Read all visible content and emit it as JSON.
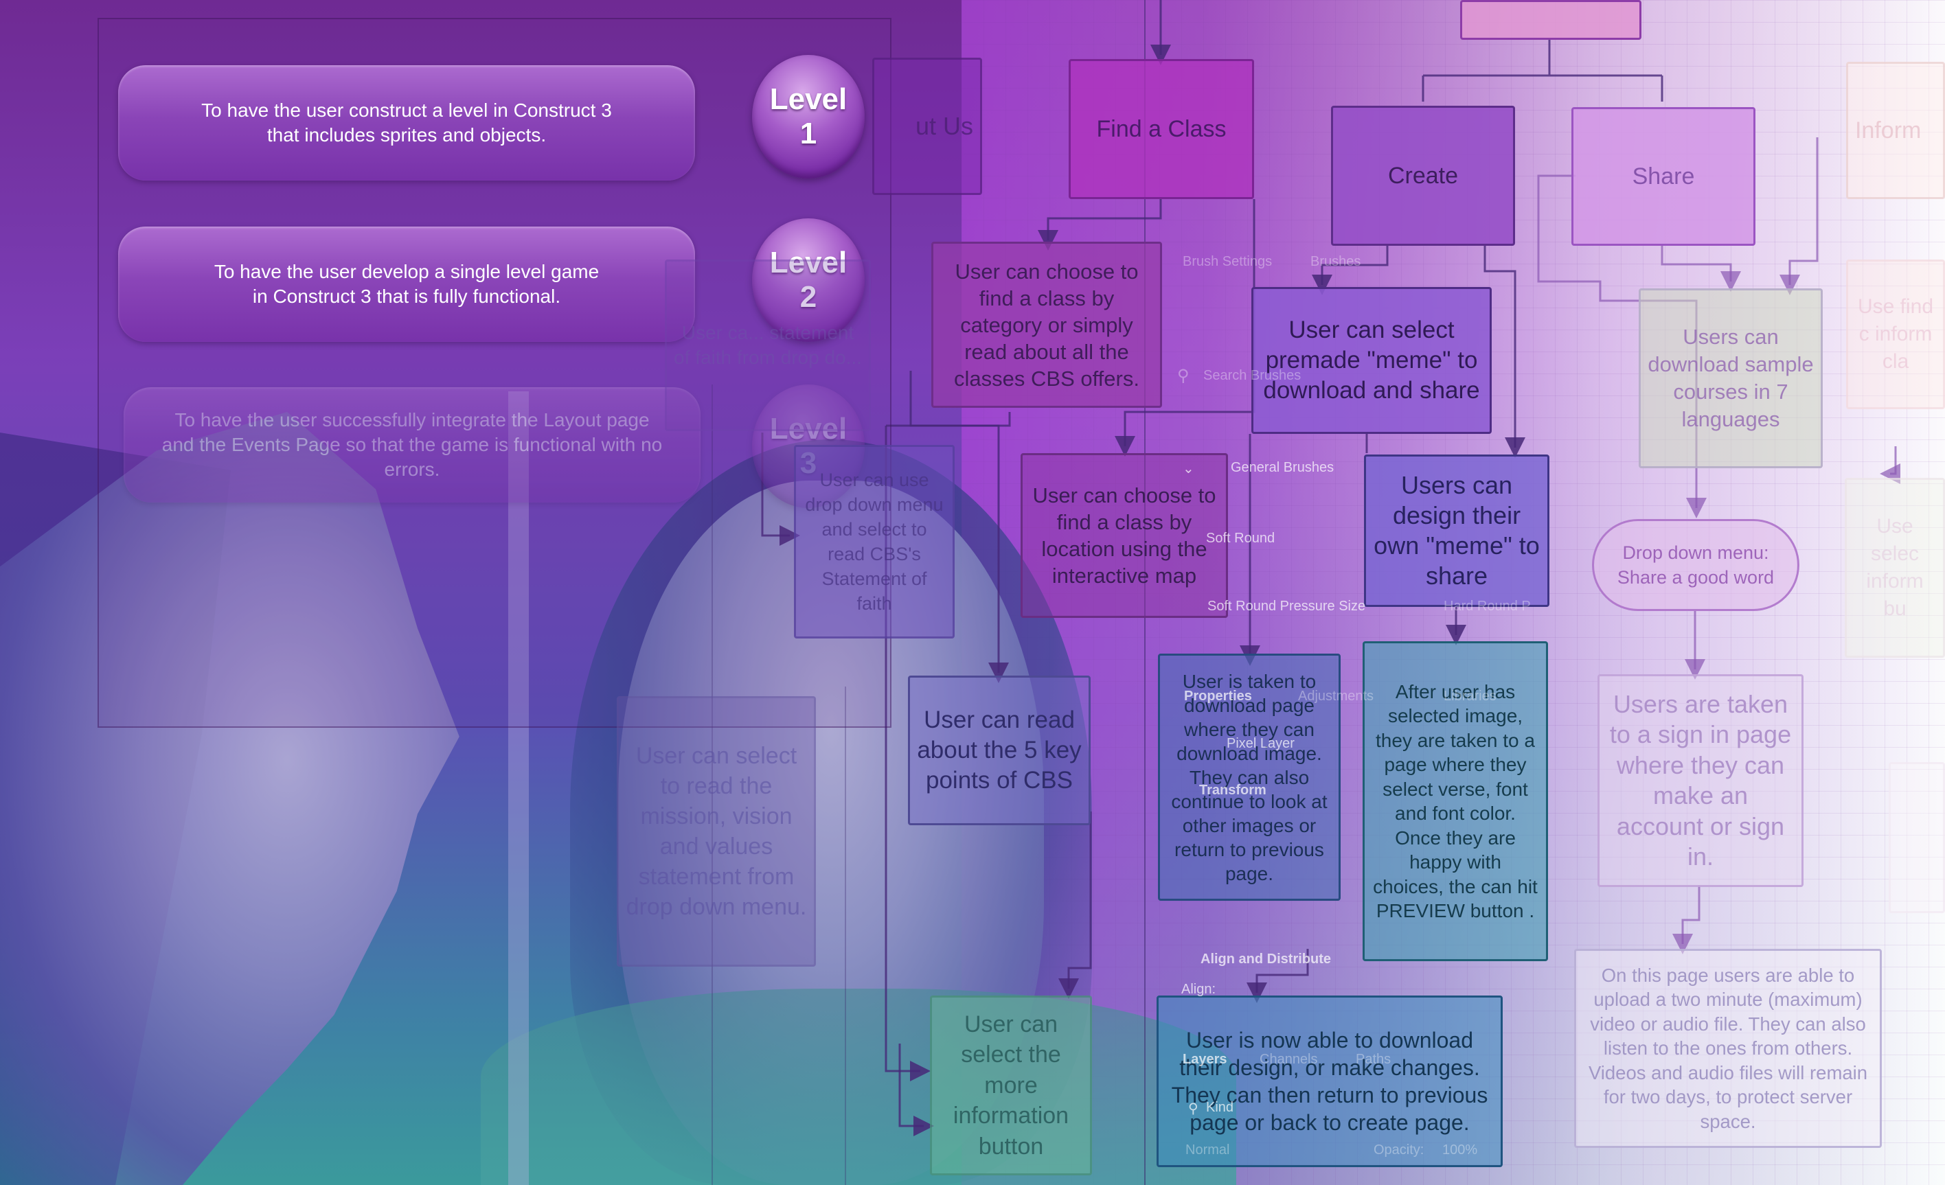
{
  "objectives": [
    {
      "text_line1": "To have the user construct a level in Construct 3",
      "text_line2": "that includes sprites and objects.",
      "badge_word": "Level",
      "badge_number": "1"
    },
    {
      "text_line1": "To have the user develop a single level game",
      "text_line2": "in Construct 3 that is fully functional.",
      "badge_word": "Level",
      "badge_number": "2"
    },
    {
      "text_line1": "To have the user successfully integrate the Layout page",
      "text_line2": "and the Events Page so that the game is functional with no errors.",
      "badge_word": "Level",
      "badge_number": "3"
    }
  ],
  "flowchart": {
    "nodes": {
      "find_class": "Find a Class",
      "create": "Create",
      "share": "Share",
      "choose_category": "User can choose to find a class by category or simply read about all the classes CBS offers.",
      "select_meme": "User can select premade \"meme\" to download and share",
      "download_samples": "Users can download sample courses in 7 languages",
      "find_by_location": "User can choose to find a class by location  using the interactive map",
      "design_meme": "Users can design their own \"meme\" to share",
      "dropdown_share": "Drop down menu: Share a good word",
      "statement_faith": "User can use drop down menu and select to read CBS's Statement of faith",
      "key_points": "User can read about the 5 key points of CBS",
      "download_page": "User is taken to download page where they can download image. They can also continue to look at other images or return to previous page.",
      "after_select": "After user has selected image, they are taken to a page where they select verse, font and font color. Once they are happy with choices, the can hit PREVIEW button .",
      "sign_in": "Users are taken to a sign in page where they can make an account or sign in.",
      "download_design": "User is now able to download their design, or make changes. They can then return to previous page or back to create page.",
      "upload_video": "On this page users are able to upload a two minute (maximum) video or audio file. They can also listen to the ones from others. Videos and audio files will remain for two days, to protect server space.",
      "more_info": "User can select the more information button",
      "mission_vision": "User can select to read the mission, vision and values statement from drop down menu.",
      "partial_top_left": "ut Us",
      "partial_right_top": "Inform",
      "partial_right_mid": "Use find c inform cla",
      "partial_right_low": "Use selec inform bu",
      "partial_left_mid": "User ca... statement of faith from drop do..."
    }
  },
  "editor_overlay": {
    "brush_settings": "Brush Settings",
    "brushes_tab": "Brushes",
    "search_placeholder": "Search Brushes",
    "general_brushes": "General Brushes",
    "soft_round": "Soft Round",
    "soft_round_pressure": "Soft Round Pressure Size",
    "hard_round": "Hard Round P",
    "properties_tab": "Properties",
    "adjustments_tab": "Adjustments",
    "libraries_tab": "Libraries",
    "pixel_layer": "Pixel Layer",
    "transform": "Transform",
    "align_distribute": "Align and Distribute",
    "align_label": "Align:",
    "layers_tab": "Layers",
    "channels_tab": "Channels",
    "paths_tab": "Paths",
    "kind_filter": "Kind",
    "blend_mode": "Normal",
    "opacity_label": "Opacity:",
    "opacity_value": "100%"
  }
}
